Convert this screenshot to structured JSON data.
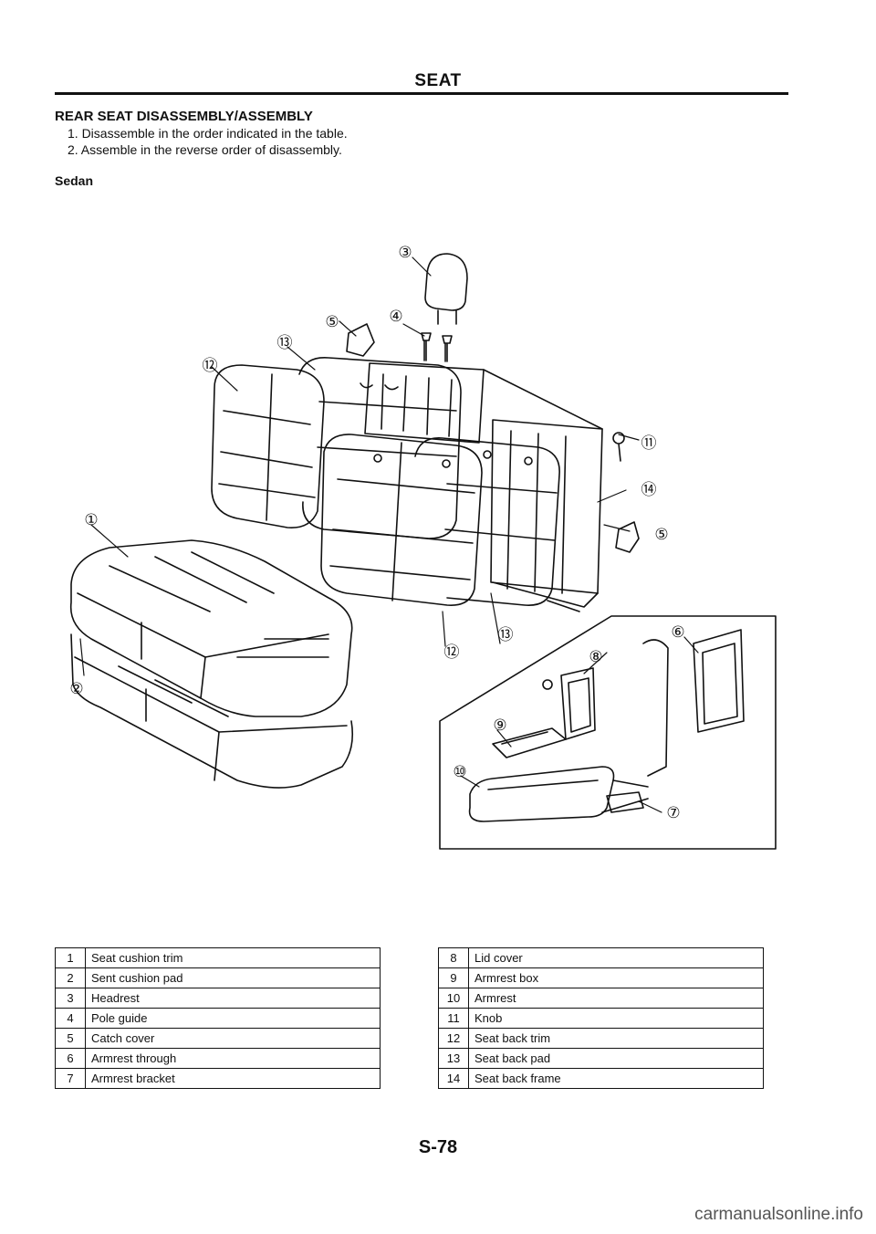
{
  "header": {
    "title": "SEAT"
  },
  "section": {
    "title": "REAR SEAT DISASSEMBLY/ASSEMBLY",
    "steps": [
      "1. Disassemble in the order indicated in the table.",
      "2. Assemble in the reverse order of disassembly."
    ],
    "variant": "Sedan"
  },
  "diagram": {
    "callouts": [
      "①",
      "②",
      "③",
      "④",
      "⑤",
      "⑥",
      "⑦",
      "⑧",
      "⑨",
      "⑩",
      "⑪",
      "⑫",
      "⑬",
      "⑭"
    ]
  },
  "parts_left": [
    {
      "num": "1",
      "name": "Seat cushion trim"
    },
    {
      "num": "2",
      "name": "Sent cushion pad"
    },
    {
      "num": "3",
      "name": "Headrest"
    },
    {
      "num": "4",
      "name": "Pole guide"
    },
    {
      "num": "5",
      "name": "Catch cover"
    },
    {
      "num": "6",
      "name": "Armrest through"
    },
    {
      "num": "7",
      "name": "Armrest bracket"
    }
  ],
  "parts_right": [
    {
      "num": "8",
      "name": "Lid cover"
    },
    {
      "num": "9",
      "name": "Armrest box"
    },
    {
      "num": "10",
      "name": "Armrest"
    },
    {
      "num": "11",
      "name": "Knob"
    },
    {
      "num": "12",
      "name": "Seat back trim"
    },
    {
      "num": "13",
      "name": "Seat back pad"
    },
    {
      "num": "14",
      "name": "Seat back frame"
    }
  ],
  "footer": {
    "page_number": "S-78",
    "watermark": "carmanualsonline.info"
  }
}
